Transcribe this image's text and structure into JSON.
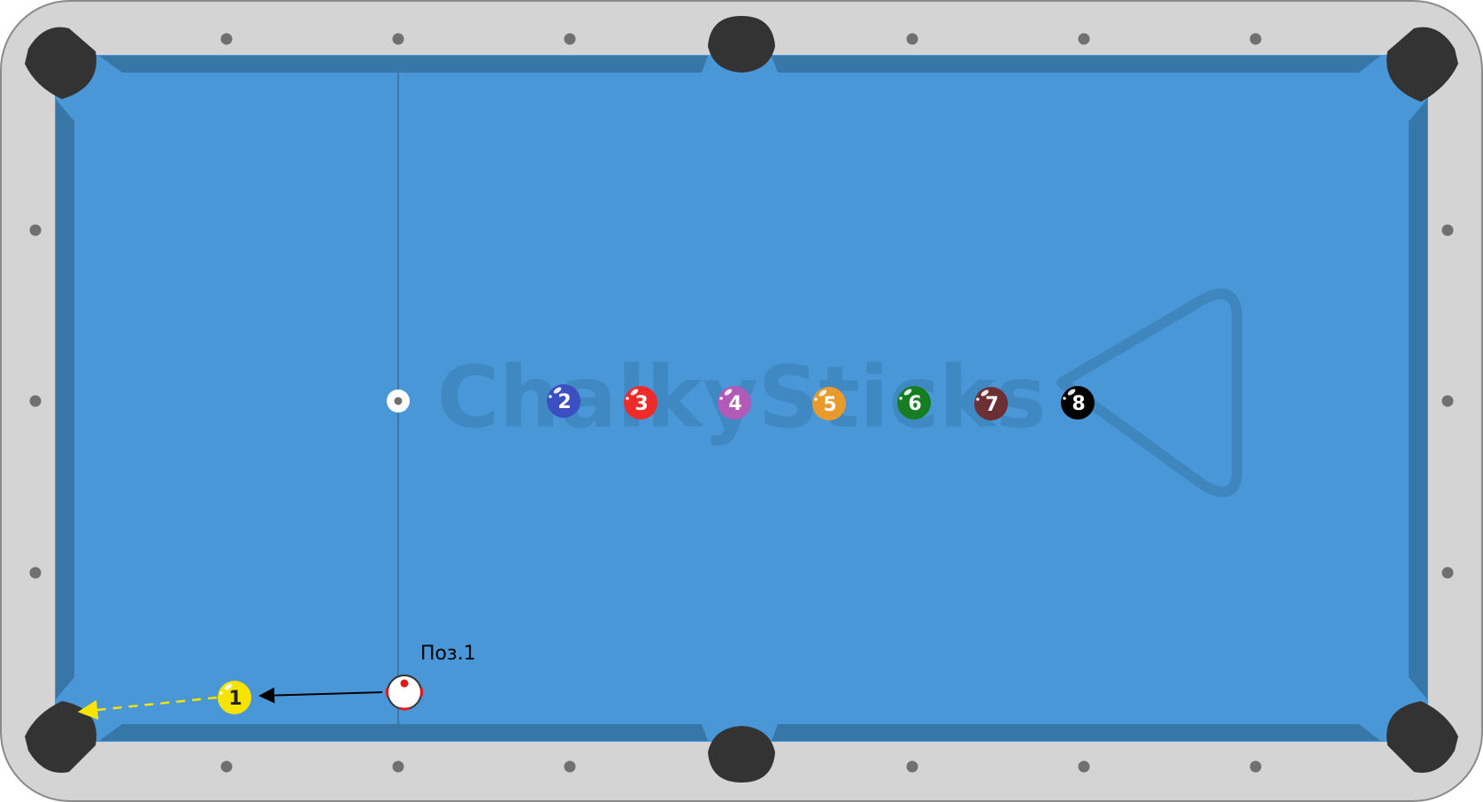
{
  "table": {
    "frame_color": "#d4d4d4",
    "frame_stroke": "#8a8a8a",
    "cloth_color": "#4a97d8",
    "cushion_color": "#3777a8",
    "pocket_color": "#333333",
    "diamond_color": "#707070",
    "headstring_color": "#3a6e99"
  },
  "watermark": {
    "text": "ChalkySticks",
    "color": "#3f86bf"
  },
  "rack": {
    "shape": "triangle-outline",
    "color": "#3f86bf"
  },
  "spot": {
    "name": "head-spot",
    "color": "#ffffff"
  },
  "position_label": {
    "text": "Поз.1"
  },
  "balls": [
    {
      "id": "cue",
      "label": "",
      "color": "#ffffff",
      "cue": true
    },
    {
      "id": "ball-1",
      "label": "1",
      "color": "#f6e400",
      "text_color": "#222222"
    },
    {
      "id": "ball-2",
      "label": "2",
      "color": "#3b4fc0",
      "text_color": "#ffffff"
    },
    {
      "id": "ball-3",
      "label": "3",
      "color": "#ee2b2b",
      "text_color": "#ffffff"
    },
    {
      "id": "ball-4",
      "label": "4",
      "color": "#b25ab8",
      "text_color": "#ffffff"
    },
    {
      "id": "ball-5",
      "label": "5",
      "color": "#e89a2c",
      "text_color": "#ffffff"
    },
    {
      "id": "ball-6",
      "label": "6",
      "color": "#177d22",
      "text_color": "#ffffff"
    },
    {
      "id": "ball-7",
      "label": "7",
      "color": "#6c3034",
      "text_color": "#ffffff"
    },
    {
      "id": "ball-8",
      "label": "8",
      "color": "#000000",
      "text_color": "#ffffff"
    }
  ],
  "paths": [
    {
      "name": "cue-path-arrow",
      "style": "solid",
      "color": "#000000"
    },
    {
      "name": "object-ball-path-arrow",
      "style": "dashed",
      "color": "#f6e400"
    }
  ]
}
